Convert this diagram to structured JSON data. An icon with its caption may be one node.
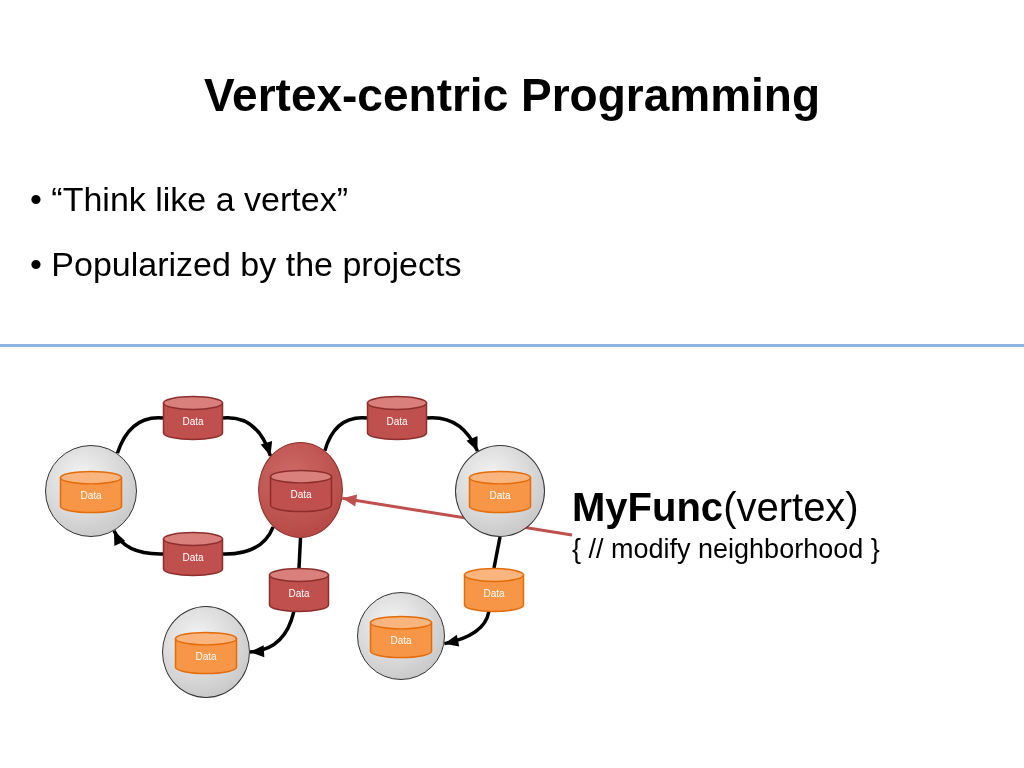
{
  "diagram": {
    "title": "Vertex-centric Programming",
    "nodes": [
      {
        "text": [
          "Data"
        ]
      },
      {
        "text": [
          "Data"
        ]
      },
      {
        "text": [],
        "shape": "circle"
      },
      {
        "text": [
          "Data"
        ],
        "in": 2
      },
      {
        "text": [],
        "shape": "circle"
      },
      {
        "text": [
          "Data"
        ],
        "in": 4
      },
      {
        "text": [],
        "shape": "circle"
      },
      {
        "text": [
          "Data"
        ],
        "in": 6
      },
      {
        "text": [
          "**MyFunc**(vertex)",
          "{ // modify neighborhood }"
        ]
      },
      {
        "text": [
          "Data"
        ]
      },
      {
        "text": [
          "Data"
        ]
      },
      {
        "text": [
          "Data"
        ]
      },
      {
        "text": [],
        "shape": "circle"
      },
      {
        "text": [
          "Data"
        ],
        "in": 12
      },
      {
        "text": [],
        "shape": "circle"
      },
      {
        "text": [
          "Data"
        ],
        "in": 14
      }
    ],
    "edges": [
      {
        "from": 2,
        "to": 0,
        "arrow": "none"
      },
      {
        "from": 0,
        "to": 4,
        "arrow": "to"
      },
      {
        "from": 4,
        "to": 1,
        "arrow": "none"
      },
      {
        "from": 1,
        "to": 6,
        "arrow": "to"
      },
      {
        "from": 4,
        "to": 9,
        "arrow": "none"
      },
      {
        "from": 9,
        "to": 2,
        "arrow": "to"
      },
      {
        "from": 4,
        "to": 10,
        "arrow": "none"
      },
      {
        "from": 10,
        "to": 14,
        "arrow": "to"
      },
      {
        "from": 6,
        "to": 11,
        "arrow": "none"
      },
      {
        "from": 11,
        "to": 12,
        "arrow": "to"
      },
      {
        "from": 8,
        "to": 4,
        "arrow": "to",
        "color": "#c0504d"
      }
    ],
    "labels": [
      "• “Think like a vertex”",
      "• Popularized by the projects"
    ]
  }
}
